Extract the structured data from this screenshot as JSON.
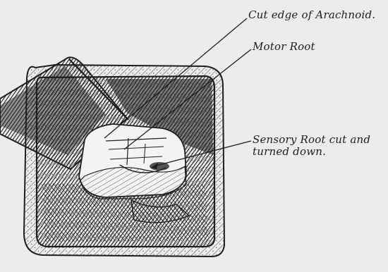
{
  "labels": {
    "arachnoid": "Cut edge of Arachnoid.",
    "motor_root": "Motor Root",
    "sensory_line1": "Sensory Root cut and",
    "sensory_line2": "turned down."
  },
  "colors": {
    "ink": "#1e1e1e",
    "paper": "#ececec"
  }
}
